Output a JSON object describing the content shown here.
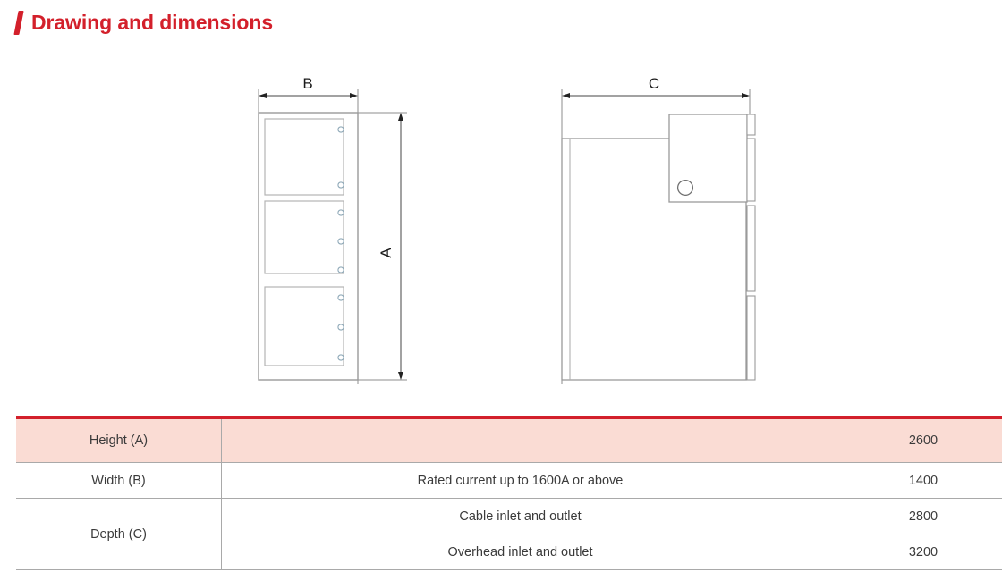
{
  "heading": {
    "marker": "slash-bar",
    "title": "Drawing and dimensions",
    "accent_color": "#D3202B"
  },
  "drawings": {
    "front_view": {
      "name": "front-view",
      "width_dimension_label": "B",
      "height_dimension_label": "A",
      "panel_count": 3,
      "panel_hole_counts": [
        2,
        3,
        3
      ]
    },
    "side_view": {
      "name": "side-view",
      "depth_dimension_label": "C",
      "handle_shape": "circle"
    },
    "line_color": "#9a9a9a",
    "dimension_color": "#555555"
  },
  "table": {
    "name": "dimensions-table",
    "header_fill": "#FADCD4",
    "header_border": "#D3202B",
    "rows": [
      {
        "label": "Height (A)",
        "description": "",
        "value": "2600",
        "highlight": true,
        "label_rowspan": 1
      },
      {
        "label": "Width (B)",
        "description": "Rated current up to 1600A or above",
        "value": "1400",
        "highlight": false,
        "label_rowspan": 1
      },
      {
        "label": "Depth (C)",
        "description": "Cable inlet and outlet",
        "value": "2800",
        "highlight": false,
        "label_rowspan": 2
      },
      {
        "label": "",
        "description": "Overhead inlet and outlet",
        "value": "3200",
        "highlight": false,
        "label_rowspan": 0
      }
    ]
  }
}
